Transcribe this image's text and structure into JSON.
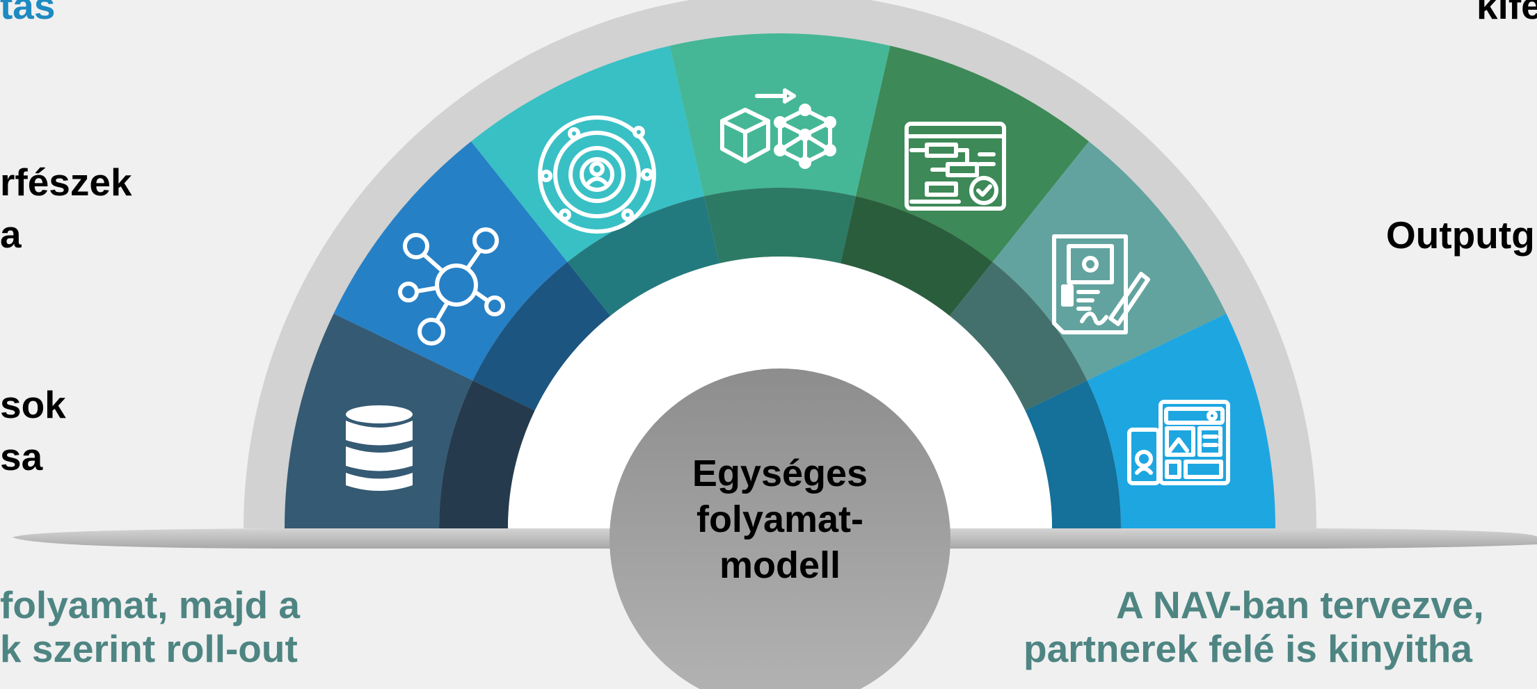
{
  "hub": {
    "lines": [
      "Egységes",
      "folyamat-",
      "modell"
    ]
  },
  "left_labels": {
    "top_fragment": "tás",
    "item1_line1": "rfészek",
    "item1_line2": "a",
    "item2_line1": "sok",
    "item2_line2": "sa"
  },
  "right_labels": {
    "top_fragment": "kife",
    "item1": "Outputg"
  },
  "bottom_left": {
    "line1": "folyamat, majd a",
    "line2": "k szerint roll-out"
  },
  "bottom_right": {
    "line1": "A NAV-ban tervezve,",
    "line2": "partnerek felé is kinyitha"
  },
  "segments": [
    {
      "icon": "database-icon",
      "outer": "#355a73",
      "inner": "#253b4d"
    },
    {
      "icon": "network-icon",
      "outer": "#2680c6",
      "inner": "#1c5580"
    },
    {
      "icon": "target-user-icon",
      "outer": "#39c0c5",
      "inner": "#237a7e"
    },
    {
      "icon": "cube-transform-icon",
      "outer": "#45b796",
      "inner": "#2d7a64"
    },
    {
      "icon": "workflow-check-icon",
      "outer": "#3d8957",
      "inner": "#2a5d3c"
    },
    {
      "icon": "document-sign-icon",
      "outer": "#62a39f",
      "inner": "#43706d"
    },
    {
      "icon": "app-layout-icon",
      "outer": "#1ea6e1",
      "inner": "#15709a"
    }
  ]
}
